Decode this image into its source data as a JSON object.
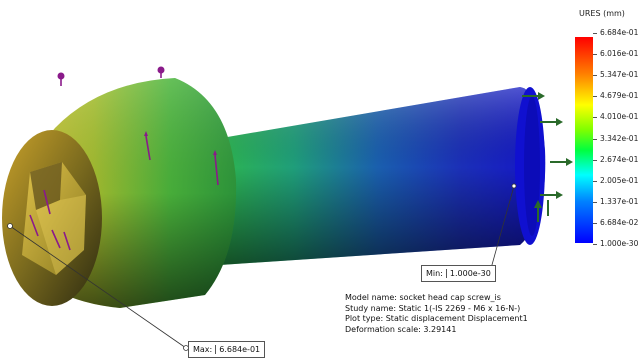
{
  "legend": {
    "title": "URES (mm)",
    "ticks": [
      "6.684e-01",
      "6.016e-01",
      "5.347e-01",
      "4.679e-01",
      "4.010e-01",
      "3.342e-01",
      "2.674e-01",
      "2.005e-01",
      "1.337e-01",
      "6.684e-02",
      "1.000e-30"
    ],
    "colors": {
      "max": "#ff0000",
      "min": "#0000ff"
    }
  },
  "probes": {
    "max": {
      "label": "Max:",
      "value": "6.684e-01"
    },
    "min": {
      "label": "Min:",
      "value": "1.000e-30"
    }
  },
  "info": {
    "model_name": "Model name: socket head cap screw_is",
    "study_name": "Study name: Static 1(-IS 2269 - M6 x 16-N-)",
    "plot_type": "Plot type: Static displacement Displacement1",
    "deformation_scale": "Deformation scale: 3.29141"
  }
}
